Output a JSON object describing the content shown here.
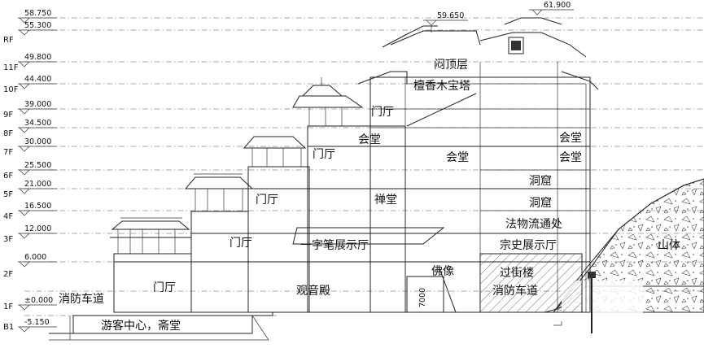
{
  "levels": [
    {
      "label": "RF",
      "elev": "55.300"
    },
    {
      "label": "11F",
      "elev": "49.800"
    },
    {
      "label": "10F",
      "elev": "44.400"
    },
    {
      "label": "9F",
      "elev": "39.000"
    },
    {
      "label": "8F",
      "elev": "34.500"
    },
    {
      "label": "7F",
      "elev": "30.000"
    },
    {
      "label": "6F",
      "elev": "25.500"
    },
    {
      "label": "5F",
      "elev": "21.000"
    },
    {
      "label": "4F",
      "elev": "16.500"
    },
    {
      "label": "3F",
      "elev": "12.000"
    },
    {
      "label": "2F",
      "elev": "6.000"
    },
    {
      "label": "1F",
      "elev": "±0.000"
    },
    {
      "label": "B1",
      "elev": "-5.150"
    }
  ],
  "top_elevation": "58.750",
  "peak_elevations": [
    "59.650",
    "61.900"
  ],
  "rooms": {
    "mending": "闷顶层",
    "pagoda": "檀香木宝塔",
    "foyer_9f": "门厅",
    "hall_8f_left": "会堂",
    "hall_8f_right": "会堂",
    "hall_7f_center": "会堂",
    "hall_7f_right": "会堂",
    "foyer_7f": "门厅",
    "cave_6f": "洞窟",
    "cave_5f": "洞窟",
    "foyer_5f": "门厅",
    "zen_hall": "禅堂",
    "dharma_corridor": "法物流通处",
    "foyer_3f": "门厅",
    "calligraphy_hall": "一字笔展示厅",
    "history_hall": "宗史展示厅",
    "mountain": "山体",
    "buddha": "佛像",
    "overpass": "过街楼",
    "foyer_1f": "门厅",
    "guanyin_hall": "观音殿",
    "fire_lane_left": "消防车道",
    "fire_lane_right": "消防车道",
    "visitor_center": "游客中心，斋堂",
    "dim_7000": "7000"
  },
  "colors": {
    "line": "#222222",
    "background": "#ffffff"
  }
}
